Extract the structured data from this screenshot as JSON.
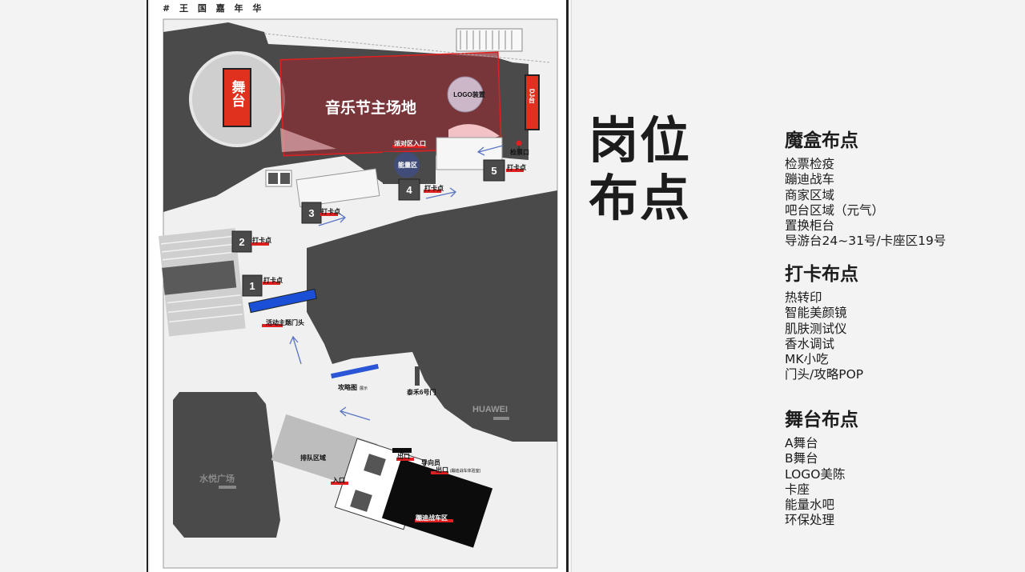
{
  "board": {
    "header": "# 王 国 嘉 年 华",
    "map_labels": {
      "stage": "舞台",
      "main_venue": "音乐节主场地",
      "logo_install": "LOGO装置",
      "dj": "DJ台",
      "party_entrance": "派对区入口",
      "energy_zone": "能量区",
      "ticket_check": "检票口",
      "checkin_point": "打卡点",
      "theme_gate": "活动主题门头",
      "guide_map": "攻略图",
      "guide_map_note": "展示",
      "gate_no": "泰禾6号门",
      "huawei": "HUAWEI",
      "queue_area": "排队区域",
      "exit": "出口",
      "guide_staff": "导向员",
      "exit2": "出口",
      "exit2_note": "(蹦迪战车体验室)",
      "entrance": "入口",
      "disco_car": "蹦迪战车区",
      "shuiyue_plaza": "水悦广场"
    },
    "checkpoints": [
      "1",
      "2",
      "3",
      "4",
      "5"
    ]
  },
  "title": {
    "line1": "岗位",
    "line2": "布点"
  },
  "sections": [
    {
      "heading": "魔盒布点",
      "items": [
        "检票检疫",
        "蹦迪战车",
        "商家区域",
        "吧台区域（元气）",
        "置换柜台",
        "导游台24~31号/卡座区19号"
      ]
    },
    {
      "heading": "打卡布点",
      "items": [
        "热转印",
        "智能美颜镜",
        "肌肤测试仪",
        "香水调试",
        "MK小吃",
        "门头/攻略POP"
      ]
    },
    {
      "heading": "舞台布点",
      "items": [
        "A舞台",
        "B舞台",
        "LOGO美陈",
        "卡座",
        "能量水吧",
        "环保处理"
      ]
    }
  ],
  "colors": {
    "dark_gray": "#4a4a4a",
    "accent_red": "#e02020",
    "venue_red": "#8b2f35",
    "blue": "#1b4fd6"
  }
}
